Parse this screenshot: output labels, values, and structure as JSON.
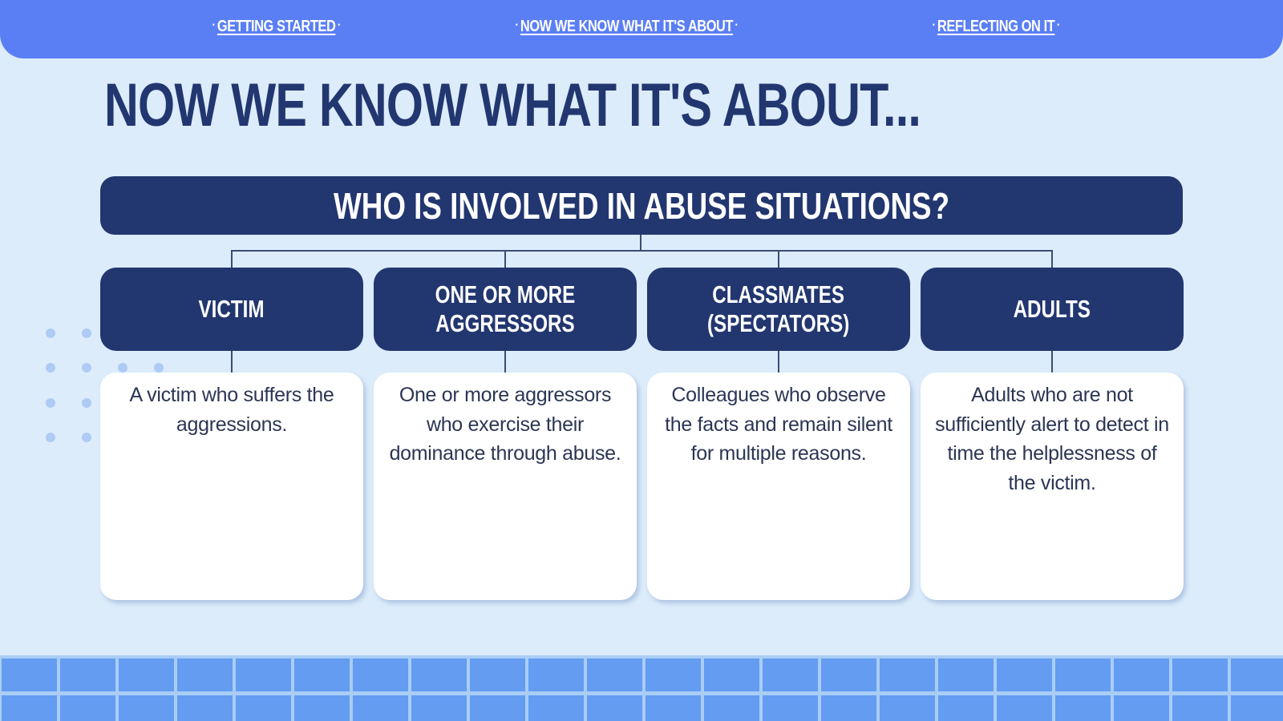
{
  "nav": {
    "separator": "·",
    "items": [
      {
        "label": "GETTING STARTED"
      },
      {
        "label": "NOW WE KNOW WHAT IT'S ABOUT"
      },
      {
        "label": "REFLECTING ON IT"
      }
    ]
  },
  "page": {
    "title": "NOW WE KNOW WHAT IT'S ABOUT..."
  },
  "diagram": {
    "question": "WHO IS INVOLVED IN ABUSE SITUATIONS?",
    "roles": [
      {
        "title": "VICTIM",
        "description": "A victim who suffers the aggressions."
      },
      {
        "title": "ONE OR MORE\nAGGRESSORS",
        "description": "One or more aggressors who exercise their dominance through abuse."
      },
      {
        "title": "CLASSMATES\n(SPECTATORS)",
        "description": "Colleagues who observe the facts and remain silent for multiple reasons."
      },
      {
        "title": "ADULTS",
        "description": "Adults who are not sufficiently alert to detect in time the helplessness of the victim."
      }
    ]
  },
  "colors": {
    "nav_bar": "#5a7ff5",
    "dark_navy": "#223670",
    "background": "#dcecfa",
    "card": "#ffffff",
    "tile": "#639cf0",
    "dot": "#aecbf5"
  }
}
